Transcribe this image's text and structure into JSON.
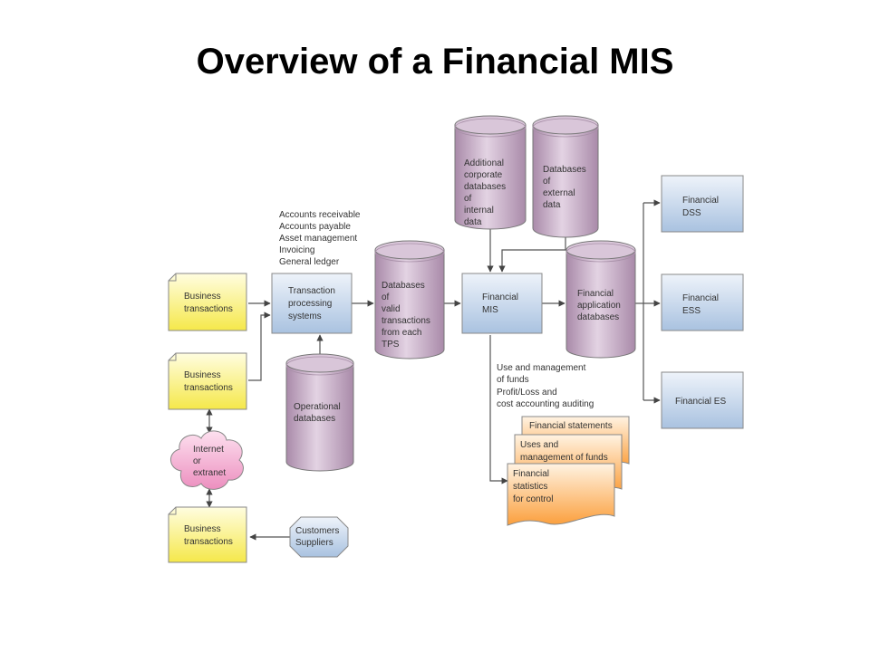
{
  "title": "Overview of a Financial MIS",
  "colors": {
    "doc_yellow": "#fbf39a",
    "process_blue": "#c9d9ec",
    "database_purple": "#c8afc8",
    "cloud_pink": "#f2a6cf",
    "report_orange": "#fcbf7a",
    "octagon_blue": "#c7d7ea",
    "line": "#555555"
  },
  "nodes": {
    "business_transactions_1": [
      "Business",
      "transactions"
    ],
    "business_transactions_2": [
      "Business",
      "transactions"
    ],
    "business_transactions_3": [
      "Business",
      "transactions"
    ],
    "internet": [
      "Internet",
      "or",
      "extranet"
    ],
    "customers_suppliers": [
      "Customers",
      "Suppliers"
    ],
    "tps": [
      "Transaction",
      "processing",
      "systems"
    ],
    "tps_list": [
      "Accounts receivable",
      "Accounts payable",
      "Asset management",
      "Invoicing",
      "General ledger"
    ],
    "operational_db": [
      "Operational",
      "databases"
    ],
    "valid_tx_db": [
      "Databases",
      "of",
      "valid",
      "transactions",
      "from each",
      "TPS"
    ],
    "internal_db": [
      "Additional",
      "corporate",
      "databases",
      "of",
      "internal",
      "data"
    ],
    "external_db": [
      "Databases",
      "of",
      "external",
      "data"
    ],
    "financial_mis": [
      "Financial",
      "MIS"
    ],
    "financial_app_db": [
      "Financial",
      "application",
      "databases"
    ],
    "financial_dss": [
      "Financial",
      "DSS"
    ],
    "financial_ess": [
      "Financial",
      "ESS"
    ],
    "financial_es": [
      "Financial ES"
    ],
    "use_notes": [
      "Use and management",
      "of funds",
      "Profit/Loss and",
      "cost accounting auditing"
    ],
    "report_statements": [
      "Financial statements"
    ],
    "report_uses": [
      "Uses and",
      "management of funds"
    ],
    "report_statistics": [
      "Financial",
      "statistics",
      "for control"
    ]
  }
}
